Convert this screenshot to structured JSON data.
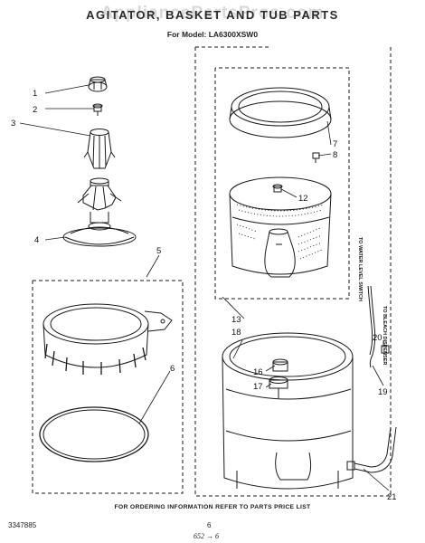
{
  "header": {
    "title": "AGITATOR, BASKET AND TUB PARTS",
    "model_line": "For Model: LA6300XSW0",
    "watermark": "AppliancePartsPros.com"
  },
  "callouts": [
    "1",
    "2",
    "3",
    "4",
    "5",
    "6",
    "7",
    "8",
    "12",
    "13",
    "18",
    "16",
    "17",
    "20",
    "19",
    "21"
  ],
  "side_labels": {
    "water_level": "TO WATER LEVEL SWITCH",
    "bleach": "TO BLEACH DISPENSER"
  },
  "footer": {
    "ordering_note": "FOR ORDERING INFORMATION REFER TO PARTS PRICE LIST",
    "doc_number": "3347885",
    "page_number": "6",
    "handwritten": "652 → 6"
  },
  "colors": {
    "line": "#1a1a1a",
    "watermark": "#888888"
  }
}
